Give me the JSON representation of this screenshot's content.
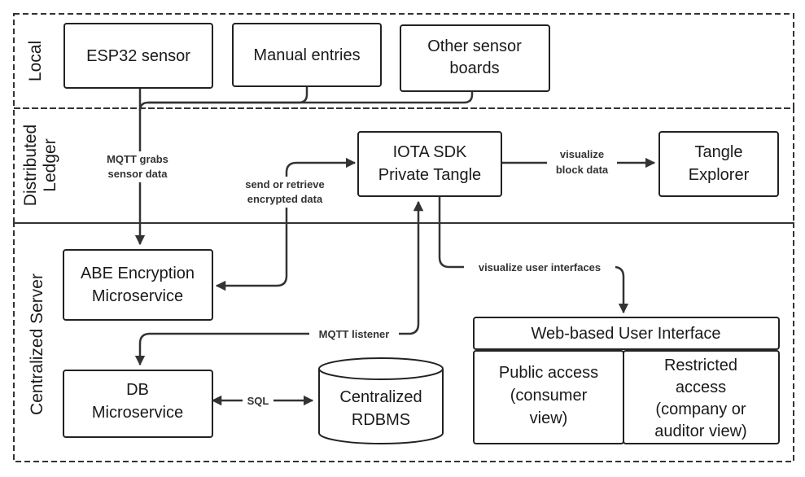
{
  "zones": {
    "local": "Local",
    "ledger_line1": "Distributed",
    "ledger_line2": "Ledger",
    "server": "Centralized Server"
  },
  "nodes": {
    "esp32": "ESP32 sensor",
    "manual": "Manual entries",
    "other_line1": "Other sensor",
    "other_line2": "boards",
    "iota_line1": "IOTA SDK",
    "iota_line2": "Private Tangle",
    "explorer_line1": "Tangle",
    "explorer_line2": "Explorer",
    "abe_line1": "ABE Encryption",
    "abe_line2": "Microservice",
    "db_line1": "DB",
    "db_line2": "Microservice",
    "rdbms_line1": "Centralized",
    "rdbms_line2": "RDBMS",
    "webui": "Web-based User Interface",
    "public_line1": "Public access",
    "public_line2": "(consumer",
    "public_line3": "view)",
    "restricted_line1": "Restricted",
    "restricted_line2": "access",
    "restricted_line3": "(company or",
    "restricted_line4": "auditor view)"
  },
  "edges": {
    "mqtt_grabs_line1": "MQTT grabs",
    "mqtt_grabs_line2": "sensor data",
    "send_retrieve_line1": "send or retrieve",
    "send_retrieve_line2": "encrypted data",
    "visualize_block_line1": "visualize",
    "visualize_block_line2": "block data",
    "visualize_ui": "visualize user interfaces",
    "mqtt_listener": "MQTT listener",
    "sql": "SQL"
  }
}
